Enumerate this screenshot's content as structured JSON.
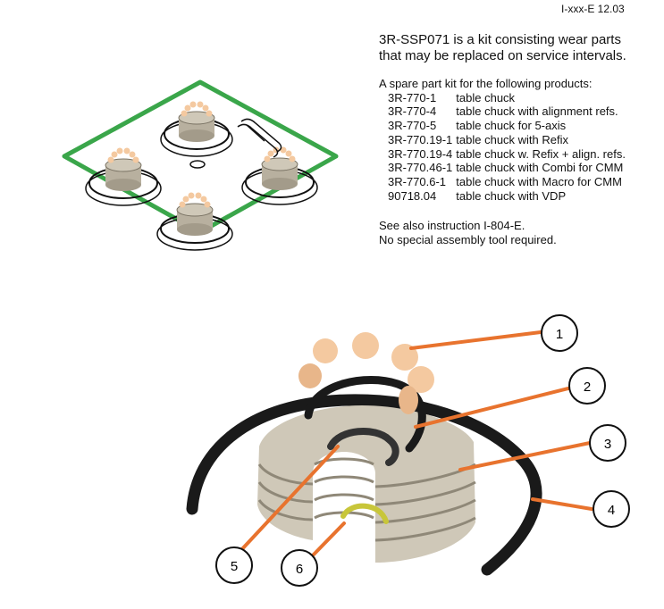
{
  "header": {
    "doc_id": "I-xxx-E  12.03"
  },
  "intro": {
    "line1": "3R-SSP071 is a kit consisting wear parts",
    "line2": "that may be replaced on service intervals."
  },
  "kit": {
    "heading": "A spare part kit for the following products:",
    "products": [
      {
        "code": "3R-770-1",
        "desc": "table chuck"
      },
      {
        "code": "3R-770-4",
        "desc": "table chuck with alignment refs."
      },
      {
        "code": "3R-770-5",
        "desc": "table chuck for 5-axis"
      },
      {
        "code": "3R-770.19-1",
        "desc": "table chuck with Refix"
      },
      {
        "code": "3R-770.19-4",
        "desc": "table chuck w. Refix + align. refs."
      },
      {
        "code": "3R-770.46-1",
        "desc": "table chuck with Combi for CMM"
      },
      {
        "code": "3R-770.6-1",
        "desc": "table chuck with Macro for CMM"
      },
      {
        "code": "90718.04",
        "desc": "table chuck with VDP"
      }
    ]
  },
  "notes": {
    "line1": "See also instruction I-804-E.",
    "line2": "No special assembly tool required."
  },
  "callouts": [
    "1",
    "2",
    "3",
    "4",
    "5",
    "6"
  ],
  "colors": {
    "leader": "#e8732e",
    "body": "#cfc8b8",
    "body_shadow": "#a39b8a",
    "ball": "#f4c9a0",
    "seal": "#1a1a1a",
    "frame": "#3aa64a",
    "clip": "#c8c63a"
  }
}
